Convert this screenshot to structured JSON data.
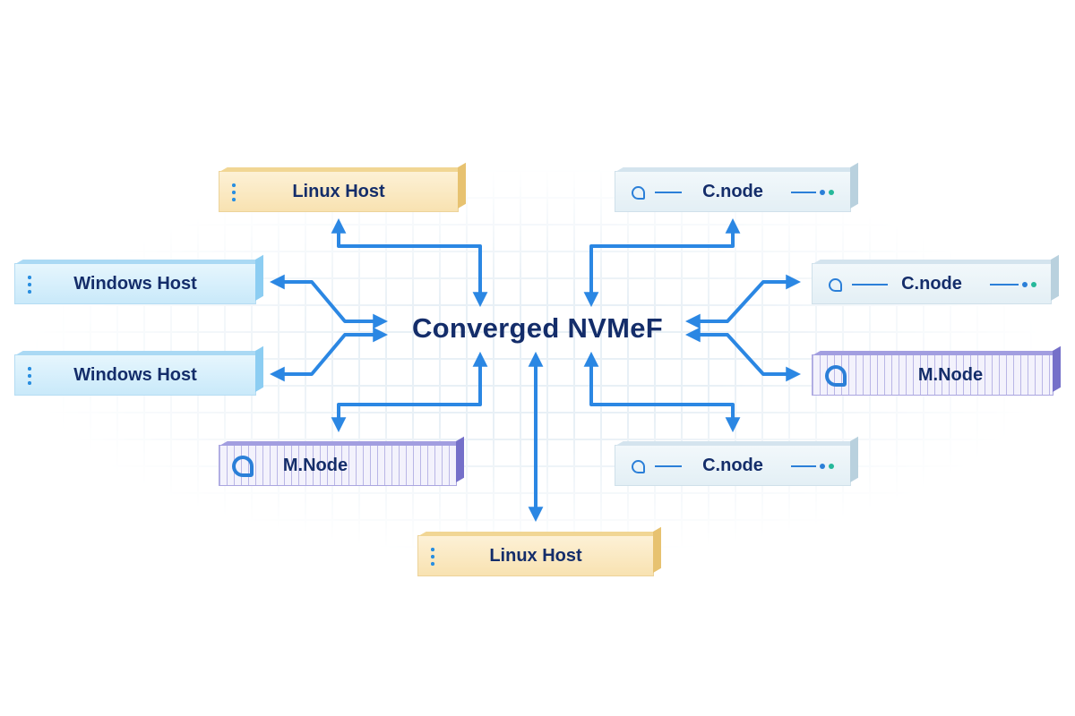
{
  "hub": {
    "label": "Converged NVMeF"
  },
  "nodes": {
    "linux_host_top": "Linux Host",
    "windows_host_1": "Windows Host",
    "windows_host_2": "Windows Host",
    "m_node_left": "M.Node",
    "linux_host_bottom": "Linux Host",
    "c_node_top": "C.node",
    "c_node_mid": "C.node",
    "m_node_right": "M.Node",
    "c_node_bottom": "C.node"
  },
  "colors": {
    "arrow": "#2b87e3",
    "text": "#142d6a",
    "linux_host": "#f8e2b1",
    "windows_host": "#c9e9fa",
    "c_node": "#e3eff5",
    "m_node": "#aaa6e0"
  }
}
